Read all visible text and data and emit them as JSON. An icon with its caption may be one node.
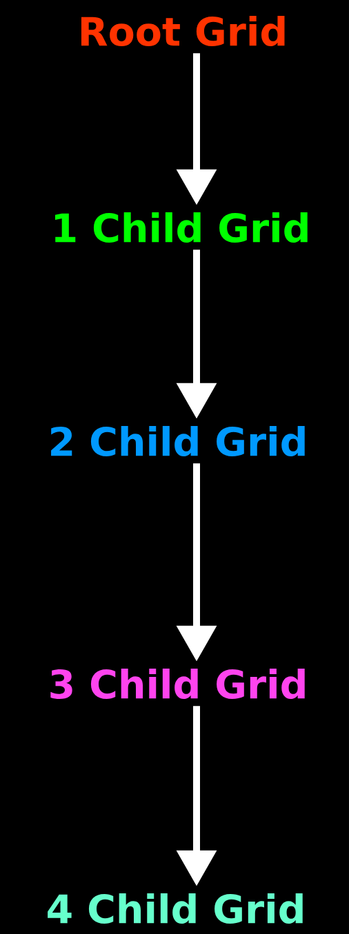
{
  "diagram": {
    "nodes": [
      {
        "text": [
          "Root Grid"
        ]
      },
      {
        "text": [
          "1 Child Grid"
        ]
      },
      {
        "text": [
          "2 Child Grid"
        ]
      },
      {
        "text": [
          "3 Child Grid"
        ]
      },
      {
        "text": [
          "4 Child Grid"
        ]
      }
    ],
    "edges": [
      {
        "from": 0,
        "to": 1,
        "arrow": "to"
      },
      {
        "from": 1,
        "to": 2,
        "arrow": "to"
      },
      {
        "from": 2,
        "to": 3,
        "arrow": "to"
      },
      {
        "from": 3,
        "to": 4,
        "arrow": "to"
      }
    ]
  }
}
